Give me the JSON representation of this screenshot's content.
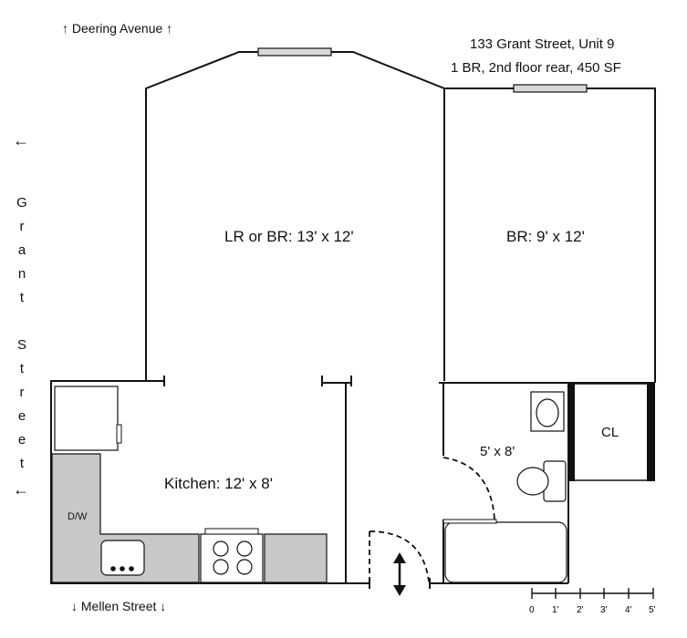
{
  "streets": {
    "top": "↑ Deering Avenue ↑",
    "bottom": "↓ Mellen Street ↓",
    "side_arrow_top": "←",
    "side_arrow_bottom": "←",
    "side_letters": [
      "G",
      "r",
      "a",
      "n",
      "t",
      "",
      "S",
      "t",
      "r",
      "e",
      "e",
      "t"
    ]
  },
  "address": {
    "line1": "133 Grant Street, Unit 9",
    "line2": "1 BR, 2nd floor rear,  450 SF"
  },
  "rooms": {
    "living": "LR or BR: 13' x 12'",
    "bedroom": "BR: 9' x 12'",
    "kitchen": "Kitchen: 12' x 8'",
    "bath": "5' x 8'",
    "closet": "CL",
    "dishwasher": "D/W"
  },
  "scale": {
    "labels": [
      "0",
      "1'",
      "2'",
      "3'",
      "4'",
      "5'"
    ]
  },
  "colors": {
    "wall": "#111111",
    "counter": "#c8c8c8",
    "window": "#d8d8d8"
  }
}
